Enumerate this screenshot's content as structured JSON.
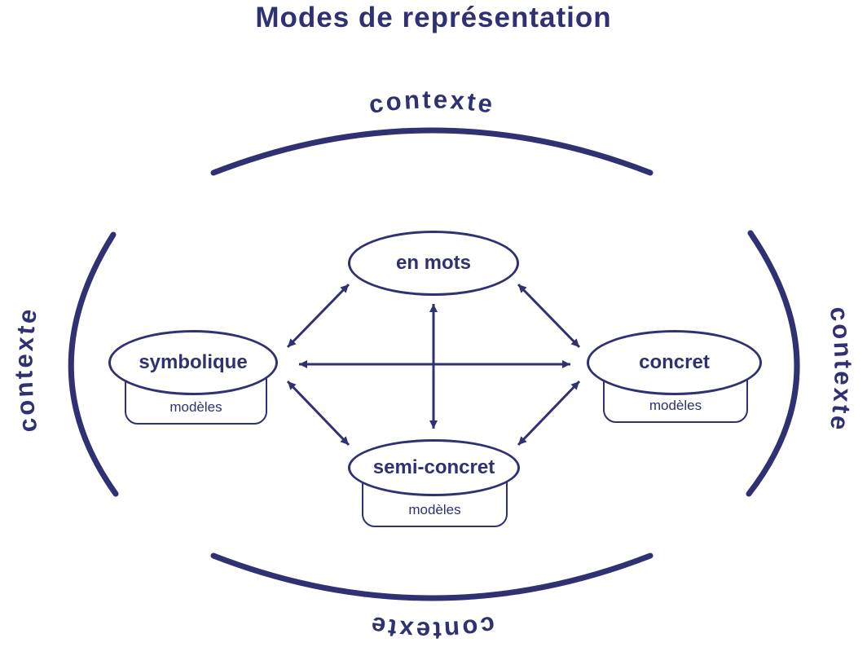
{
  "title": "Modes de représentation",
  "context_labels": {
    "top": "contexte",
    "right": "contexte",
    "bottom": "contexte",
    "left": "contexte"
  },
  "nodes": {
    "en_mots": {
      "label": "en mots"
    },
    "symbolique": {
      "label": "symbolique",
      "model": "modèles"
    },
    "concret": {
      "label": "concret",
      "model": "modèles"
    },
    "semi_concret": {
      "label": "semi-concret",
      "model": "modèles"
    }
  },
  "edges": [
    {
      "from": "en_mots",
      "to": "symbolique",
      "bidirectional": true
    },
    {
      "from": "en_mots",
      "to": "concret",
      "bidirectional": true
    },
    {
      "from": "en_mots",
      "to": "semi_concret",
      "bidirectional": true
    },
    {
      "from": "symbolique",
      "to": "concret",
      "bidirectional": true
    },
    {
      "from": "symbolique",
      "to": "semi_concret",
      "bidirectional": true
    },
    {
      "from": "concret",
      "to": "semi_concret",
      "bidirectional": true
    }
  ],
  "colors": {
    "ink": "#2f3173",
    "background": "#ffffff"
  }
}
